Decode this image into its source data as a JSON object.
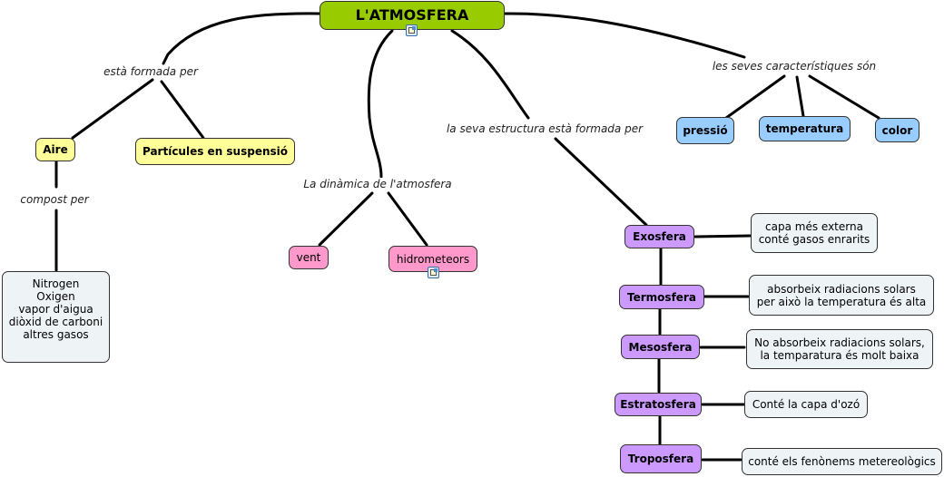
{
  "map": {
    "title": "L'ATMOSFERA",
    "colors": {
      "root": "#99cc00",
      "composition": "#ffff99",
      "dynamics": "#ff99cc",
      "characteristics": "#99ccff",
      "layers": "#cc99ff",
      "notes": "#eef3f5",
      "link": "#000000"
    }
  },
  "links": {
    "formed_by": "està formada per",
    "composed_by": "compost per",
    "dynamics": "La dinàmica de l'atmosfera",
    "structure": "la seva estructura està formada per",
    "characteristics": "les seves característiques són"
  },
  "nodes": {
    "aire": "Aire",
    "particules": "Partícules en suspensió",
    "gases": [
      "Nitrogen",
      "Oxigen",
      "vapor d'aigua",
      "diòxid de carboni",
      "altres gasos"
    ],
    "vent": "vent",
    "hidrometeors": "hidrometeors",
    "pressio": "pressió",
    "temperatura": "temperatura",
    "color": "color"
  },
  "layers": [
    {
      "name": "Exosfera",
      "note": [
        "capa més externa",
        "conté gasos enrarits"
      ]
    },
    {
      "name": "Termosfera",
      "note": [
        "absorbeix radiacions solars",
        "per això la temperatura és alta"
      ]
    },
    {
      "name": "Mesosfera",
      "note": [
        "No absorbeix radiacions solars,",
        "la temparatura és molt baixa"
      ]
    },
    {
      "name": "Estratosfera",
      "note": [
        "Conté la capa d'ozó"
      ]
    },
    {
      "name": "Troposfera",
      "note": [
        "conté els fenònems metereològics"
      ]
    }
  ],
  "icons": {
    "root_resource": "document-resource-icon",
    "hidrometeors_resource": "document-resource-icon"
  }
}
